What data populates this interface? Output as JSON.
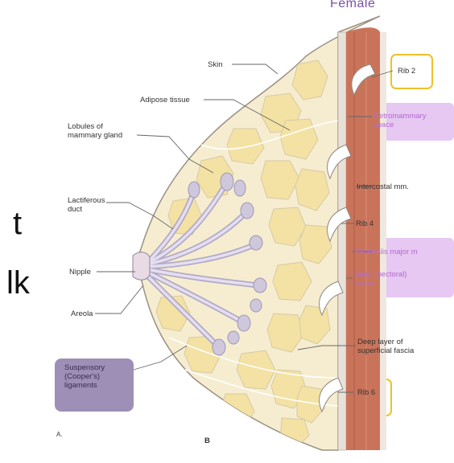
{
  "header": {
    "title": "Female"
  },
  "side_fragments": [
    "t",
    "lk"
  ],
  "labels": {
    "skin": "Skin",
    "adipose": "Adipose tissue",
    "lobules": "Lobules of\nmammary gland",
    "lactiferous": "Lactiferous\nduct",
    "nipple": "Nipple",
    "areola": "Areola",
    "suspensory": "Suspensory\n(Cooper's)\nligaments",
    "rib2": "Rib 2",
    "retromammary": "Retromammary\nspace",
    "intercostal": "Intercostal mm.",
    "rib4": "Rib 4",
    "pectoralis": "Pectoralis major m",
    "deep_fascia": "Deep (pectoral)\nfascia",
    "deep_layer": "Deep layer of\nsuperficial fascia",
    "rib6": "Rib 6",
    "panel_letter": "B",
    "corner_mark": "A."
  },
  "colors": {
    "highlight_purple": "#e6c8f2",
    "highlight_dark": "#9d8fb5",
    "highlight_yellow": "#f0c02a",
    "fat_lobules": "#f3e2a3",
    "muscle": "#c9745a",
    "ducts": "#cfc8dc"
  }
}
